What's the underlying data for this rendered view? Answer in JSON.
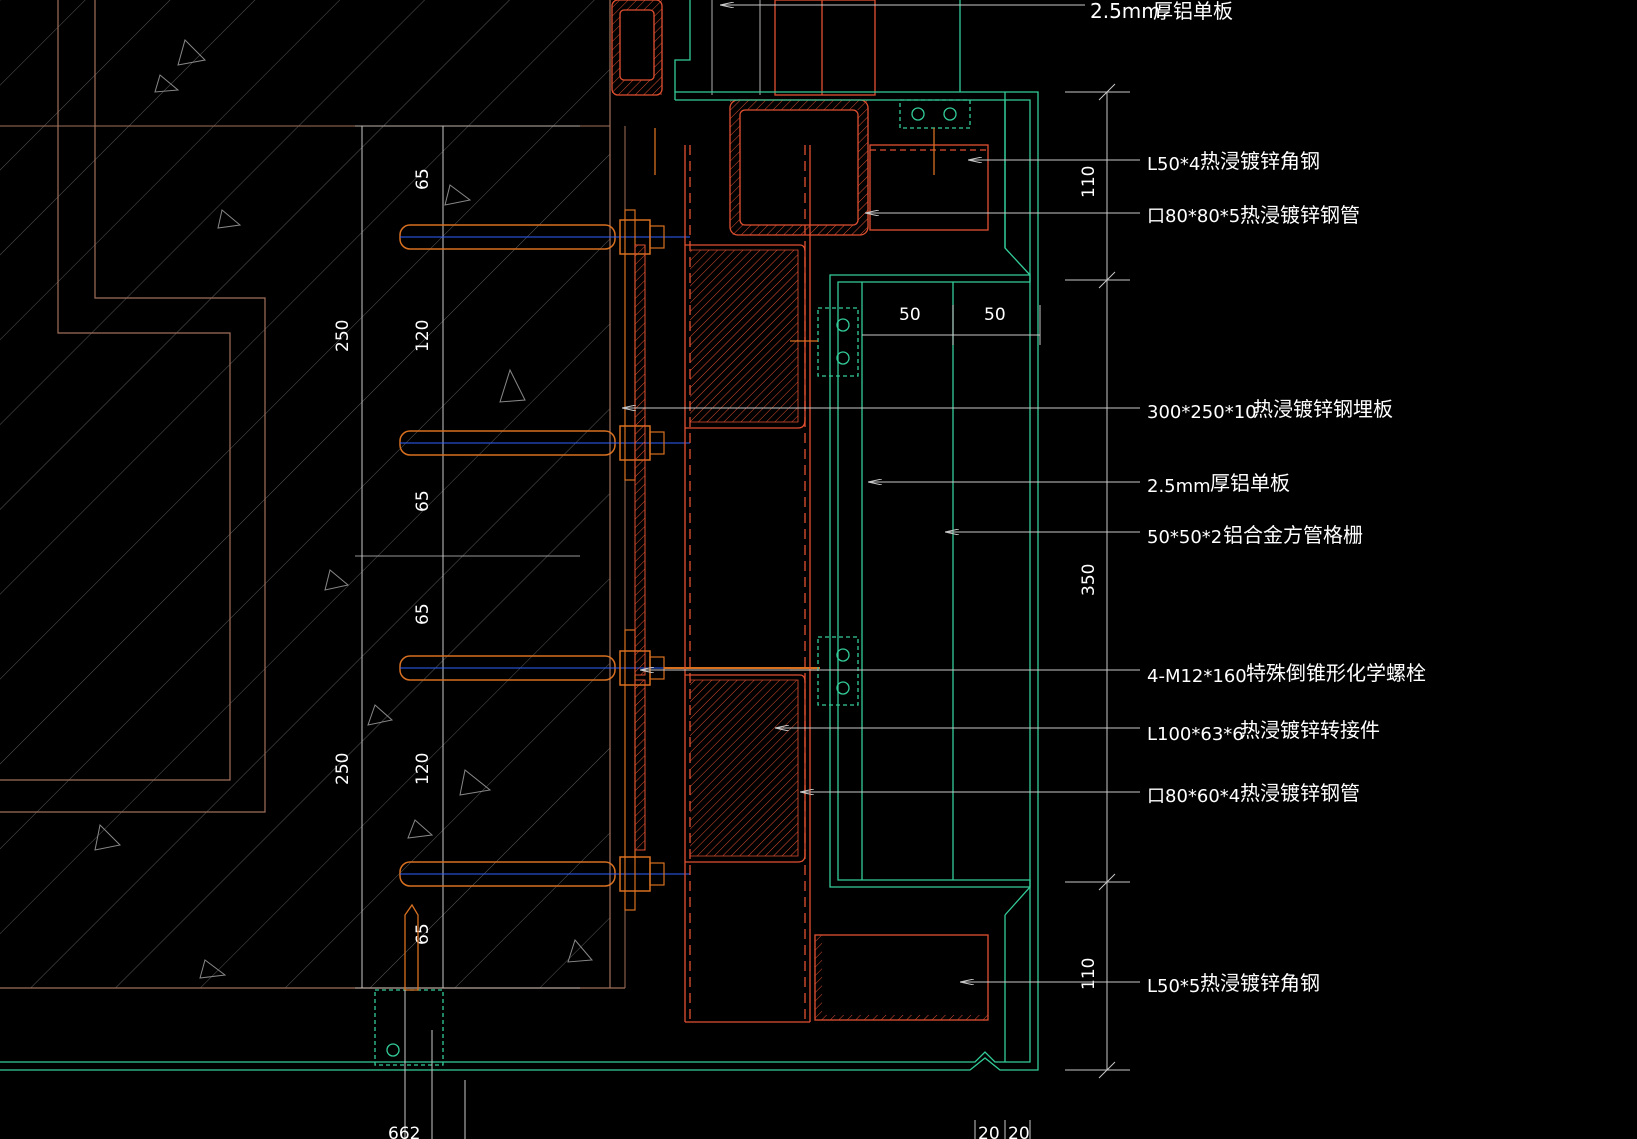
{
  "drawing": {
    "labels": {
      "top_panel_thickness": "2.5mm",
      "top_panel_material": "厚铝单板",
      "angle_top_spec": "L50*4",
      "angle_top_material": "热浸镀锌角钢",
      "tube_top_spec": "口80*80*5",
      "tube_top_material": "热浸镀锌钢管",
      "embed_plate_spec": "300*250*10",
      "embed_plate_material": "热浸镀锌钢埋板",
      "panel_mid_thickness": "2.5mm",
      "panel_mid_material": "厚铝单板",
      "grille_spec": "50*50*2",
      "grille_material": "铝合金方管格栅",
      "bolt_spec": "4-M12*160",
      "bolt_material": "特殊倒锥形化学螺栓",
      "connector_spec": "L100*63*6",
      "connector_material": "热浸镀锌转接件",
      "tube_low_spec": "口80*60*4",
      "tube_low_material": "热浸镀锌钢管",
      "angle_bottom_spec": "L50*5",
      "angle_bottom_material": "热浸镀锌角钢"
    },
    "dimensions": {
      "d_65_a": "65",
      "d_120_a": "120",
      "d_65_b": "65",
      "d_250_a": "250",
      "d_65_c": "65",
      "d_120_b": "120",
      "d_65_d": "65",
      "d_250_b": "250",
      "d_50_a": "50",
      "d_50_b": "50",
      "d_110_top": "110",
      "d_350": "350",
      "d_110_bottom": "110",
      "d_20_a": "20",
      "d_20_b": "20",
      "d_662": "662"
    },
    "colors": {
      "background": "#000000",
      "concrete": "#a0705a",
      "steel": "#e05030",
      "aluminum": "#33cc99",
      "leader": "#c8c8c8",
      "text": "#ffffff",
      "bolt": "#d87020",
      "blue": "#3060ff"
    }
  }
}
